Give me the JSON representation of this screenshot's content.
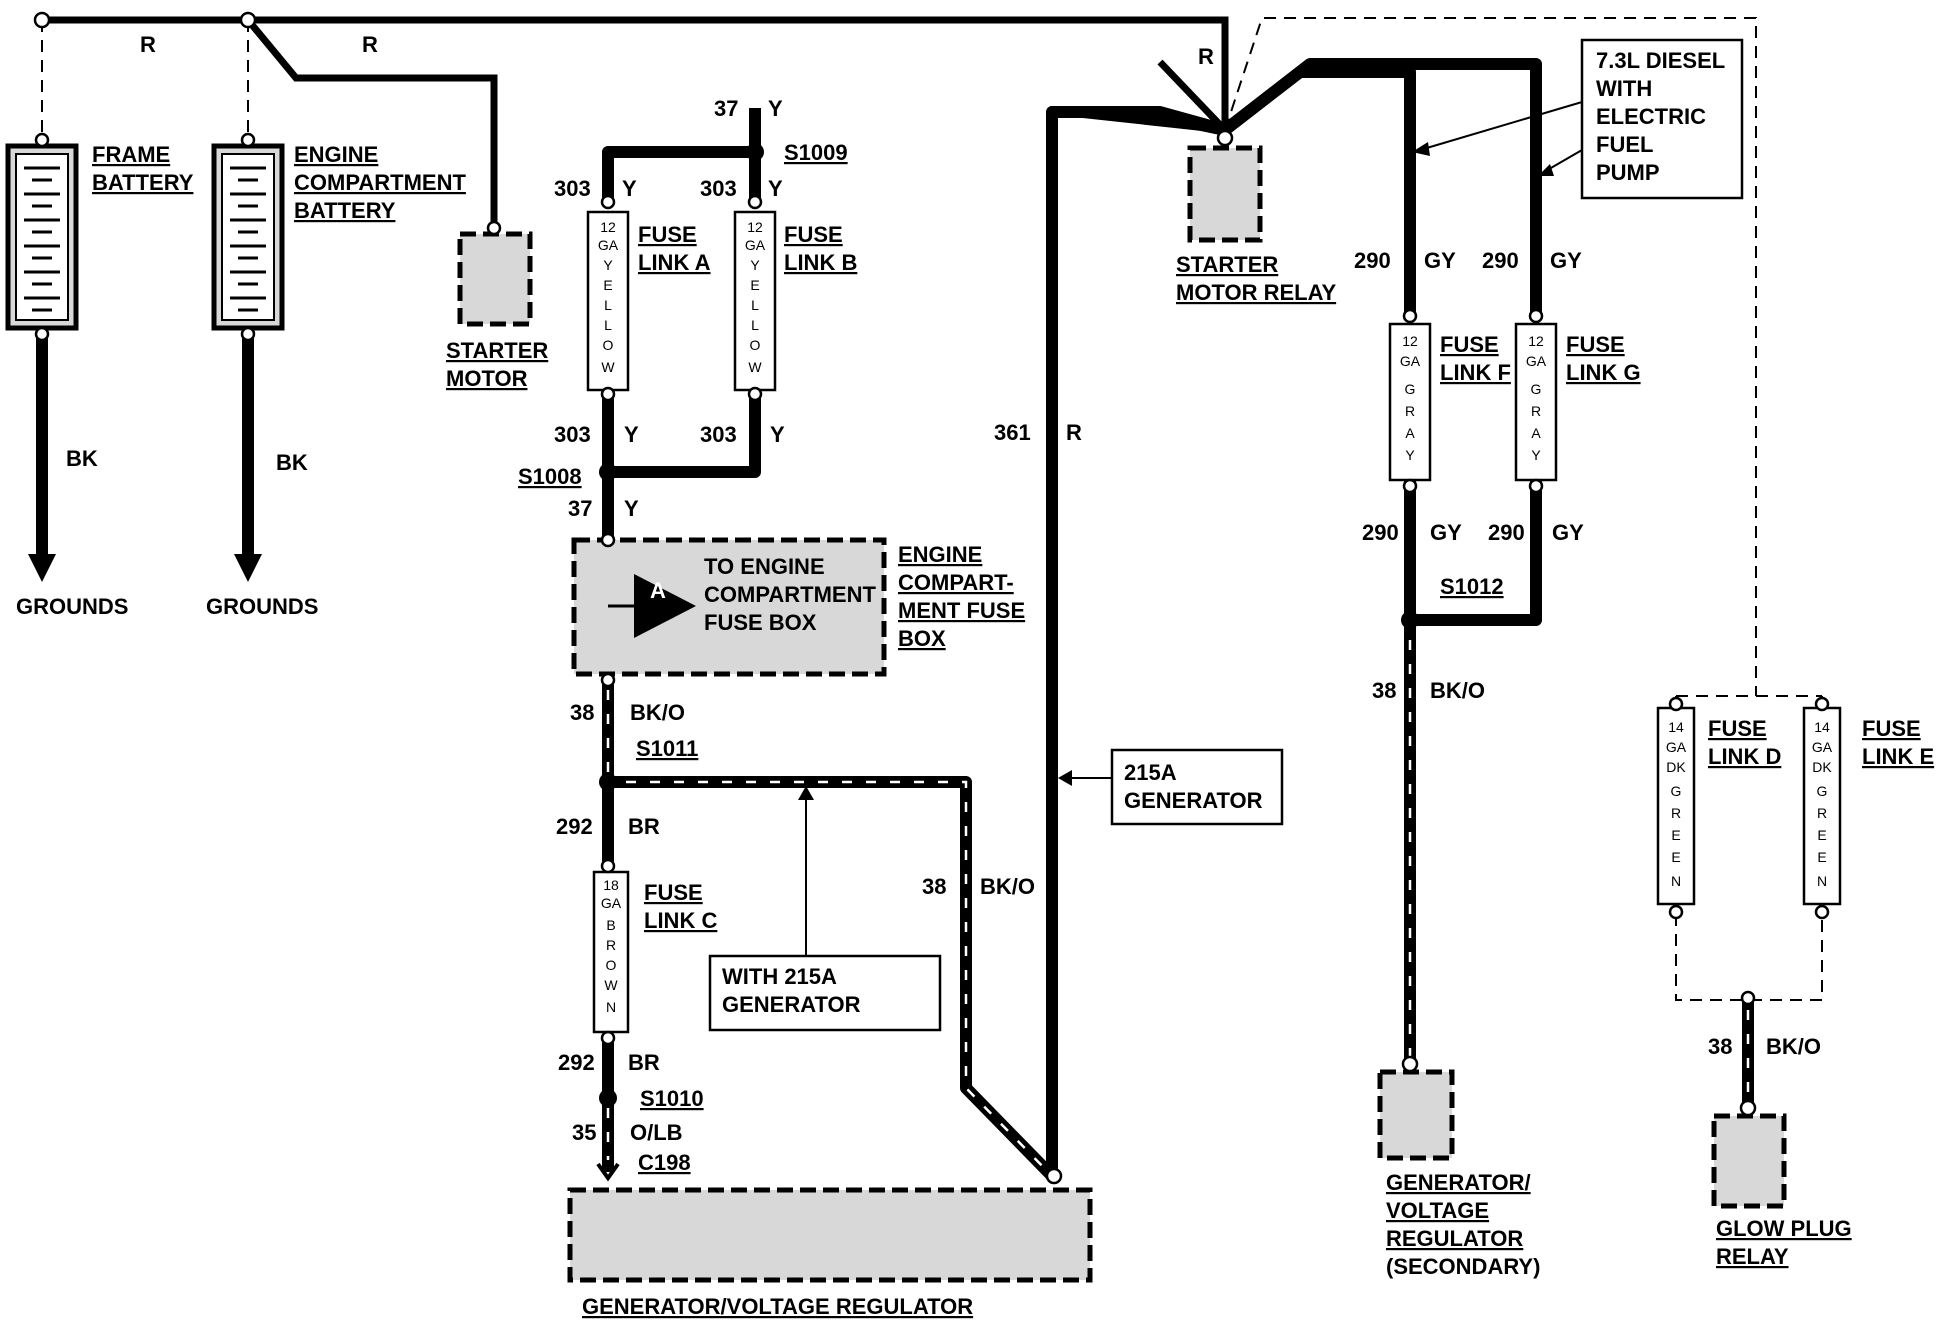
{
  "batteries": {
    "frame": [
      "FRAME",
      "BATTERY"
    ],
    "engine": [
      "ENGINE",
      "COMPARTMENT",
      "BATTERY"
    ]
  },
  "wires": {
    "r": "R",
    "bk": "BK",
    "y": "Y",
    "gy": "GY",
    "bko": "BK/O",
    "br": "BR",
    "olb": "O/LB",
    "n37": "37",
    "n303": "303",
    "n361": "361",
    "n290": "290",
    "n38": "38",
    "n292": "292",
    "n35": "35"
  },
  "grounds": "GROUNDS",
  "starter_motor": [
    "STARTER",
    "MOTOR"
  ],
  "starter_relay": [
    "STARTER",
    "MOTOR RELAY"
  ],
  "splices": {
    "s1009": "S1009",
    "s1008": "S1008",
    "s1011": "S1011",
    "s1010": "S1010",
    "s1012": "S1012",
    "c198": "C198"
  },
  "fuse_links": {
    "a": [
      "FUSE",
      "LINK A"
    ],
    "b": [
      "FUSE",
      "LINK B"
    ],
    "c": [
      "FUSE",
      "LINK C"
    ],
    "d": [
      "FUSE",
      "LINK D"
    ],
    "e": [
      "FUSE",
      "LINK E"
    ],
    "f": [
      "FUSE",
      "LINK F"
    ],
    "g": [
      "FUSE",
      "LINK G"
    ]
  },
  "fuse_text": {
    "yellow12": [
      "12",
      "GA",
      "Y",
      "E",
      "L",
      "L",
      "O",
      "W"
    ],
    "gray12": [
      "12",
      "GA",
      "G",
      "R",
      "A",
      "Y"
    ],
    "brown18": [
      "18",
      "GA",
      "B",
      "R",
      "O",
      "W",
      "N"
    ],
    "green14": [
      "14",
      "GA",
      "DK",
      "G",
      "R",
      "E",
      "E",
      "N"
    ]
  },
  "fuse_box": {
    "inner": [
      "TO ENGINE",
      "COMPARTMENT",
      "FUSE BOX"
    ],
    "connector": "A",
    "title": [
      "ENGINE",
      "COMPART-",
      "MENT FUSE",
      "BOX"
    ]
  },
  "callouts": {
    "diesel": [
      "7.3L DIESEL",
      "WITH",
      "ELECTRIC",
      "FUEL",
      "PUMP"
    ],
    "gen215_right": [
      "215A",
      "GENERATOR"
    ],
    "gen215_mid": [
      "WITH 215A",
      "GENERATOR"
    ]
  },
  "generator_secondary": [
    "GENERATOR/",
    "VOLTAGE",
    "REGULATOR",
    "(SECONDARY)"
  ],
  "glow_plug_relay": [
    "GLOW PLUG",
    "RELAY"
  ],
  "generator_main": "GENERATOR/VOLTAGE REGULATOR"
}
